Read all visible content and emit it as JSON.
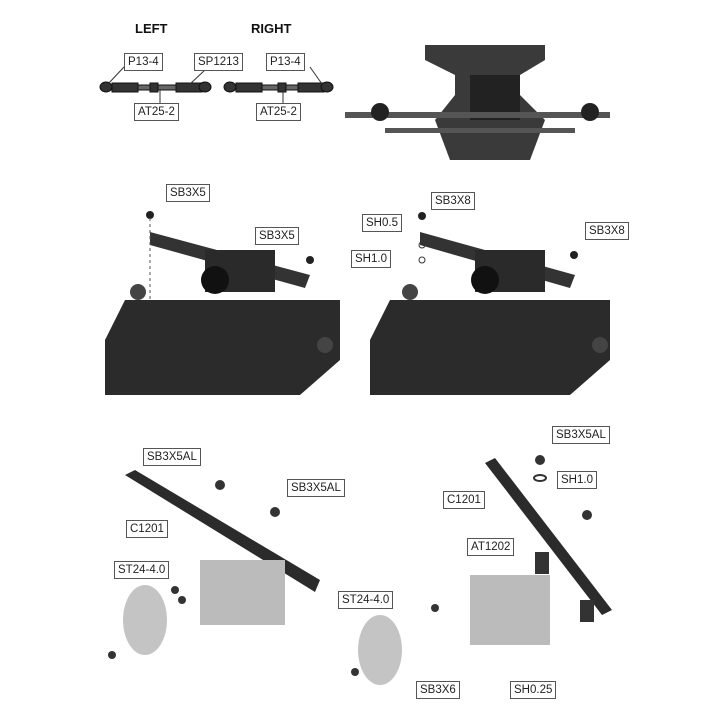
{
  "step1": {
    "left_heading": "LEFT",
    "right_heading": "RIGHT",
    "labels": [
      "P13-4",
      "SP1213",
      "P13-4",
      "AT25-2",
      "AT25-2"
    ]
  },
  "step2": {
    "labels": [
      "SB3X5",
      "SB3X5"
    ]
  },
  "step3": {
    "labels": [
      "SB3X8",
      "SH0.5",
      "SH1.0",
      "SB3X8"
    ]
  },
  "step4": {
    "labels": [
      "SB3X5AL",
      "SB3X5AL",
      "C1201",
      "ST24-4.0"
    ]
  },
  "step5": {
    "labels": [
      "SB3X5AL",
      "SH1.0",
      "C1201",
      "AT1202",
      "ST24-4.0",
      "SB3X6",
      "SH0.25"
    ]
  }
}
